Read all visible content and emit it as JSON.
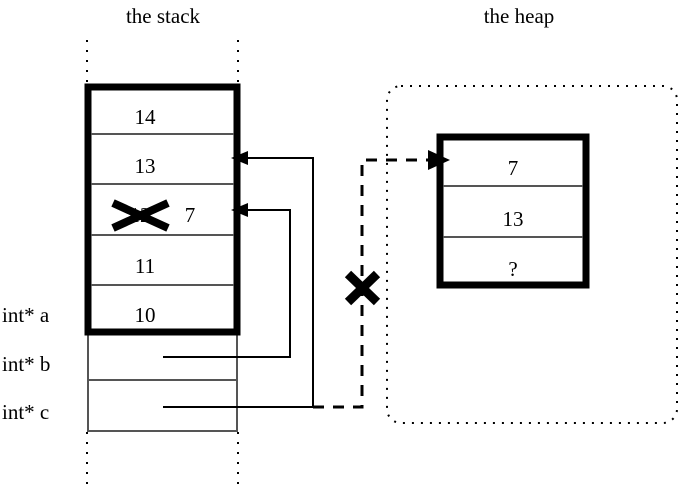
{
  "diagram": {
    "title_stack": "the stack",
    "title_heap": "the heap",
    "stack": {
      "frame_cells": [
        {
          "value": "14",
          "struck": false
        },
        {
          "value": "13",
          "struck": false
        },
        {
          "value": "12",
          "struck": true,
          "replacement": "7"
        },
        {
          "value": "11",
          "struck": false
        },
        {
          "value": "10",
          "struck": false
        }
      ],
      "pointer_rows": [
        {
          "label": "int* a"
        },
        {
          "label": "int* b"
        },
        {
          "label": "int* c"
        }
      ]
    },
    "heap": {
      "cells": [
        {
          "value": "7"
        },
        {
          "value": "13"
        },
        {
          "value": "?"
        }
      ]
    },
    "annotations": {
      "strike_mark": "X",
      "broken_link_mark": "X"
    },
    "colors": {
      "ink": "#000000",
      "background": "#ffffff",
      "thin_rule": "#555555"
    }
  }
}
